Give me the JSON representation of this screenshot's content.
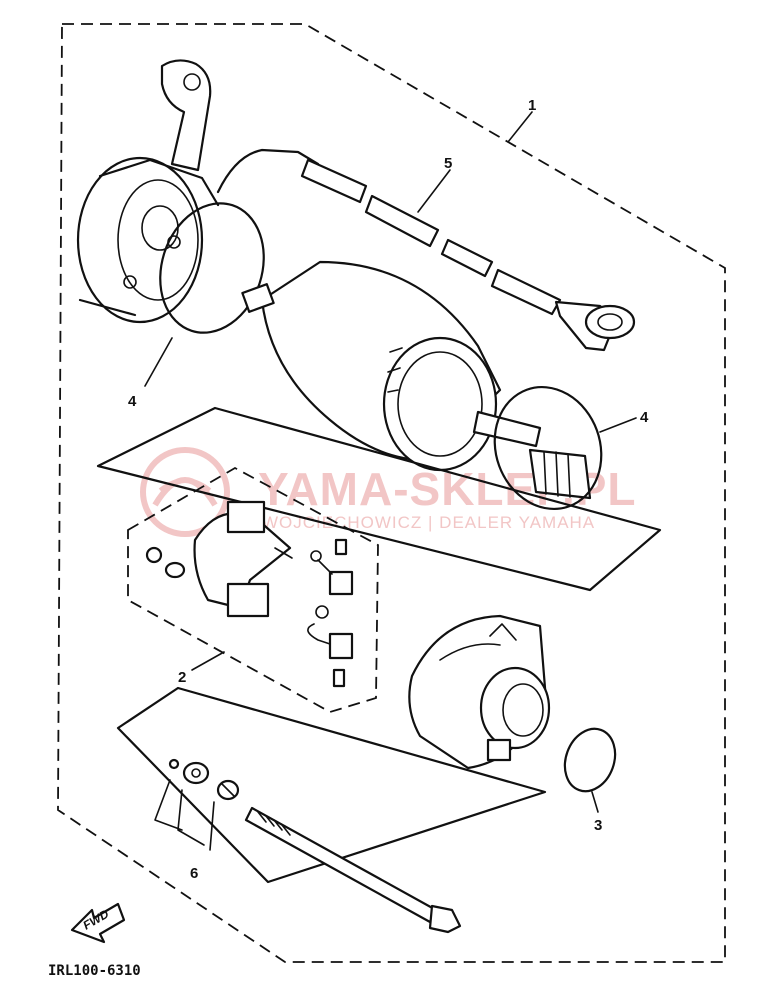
{
  "diagram_code": "IRL100-6310",
  "callouts": {
    "c1": "1",
    "c2": "2",
    "c3": "3",
    "c4a": "4",
    "c4b": "4",
    "c5": "5",
    "c6": "6"
  },
  "watermark": {
    "title": "YAMA-SKLEP.PL",
    "subtitle": "WOJCIECHOWICZ | DEALER YAMAHA",
    "color": "#f2c6c6"
  },
  "forward_arrow_label": "FWD",
  "colors": {
    "line": "#111111",
    "background": "#ffffff",
    "watermark": "#f2c6c6"
  }
}
